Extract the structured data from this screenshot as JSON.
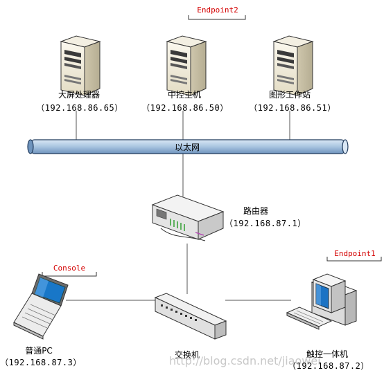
{
  "servers": [
    {
      "name": "大屏处理器",
      "ip": "（192.168.86.65）"
    },
    {
      "name": "中控主机",
      "ip": "（192.168.86.50）",
      "tag": "Endpoint2"
    },
    {
      "name": "图形工作站",
      "ip": "（192.168.86.51）"
    }
  ],
  "ethernet": {
    "label": "以太网"
  },
  "router": {
    "name": "路由器",
    "ip": "（192.168.87.1）"
  },
  "laptop": {
    "name": "普通PC",
    "ip": "（192.168.87.3）",
    "tag": "Console"
  },
  "switch": {
    "name": "交换机"
  },
  "touch": {
    "name": "触控一体机",
    "ip": "（192.168.87.2）",
    "tag": "Endpoint1"
  },
  "watermark": "http://blog.csdn.net/jiaowei",
  "colors": {
    "tag": "#d40000",
    "bus_fill": "#a9c4e0",
    "bus_stroke": "#203a5c"
  }
}
